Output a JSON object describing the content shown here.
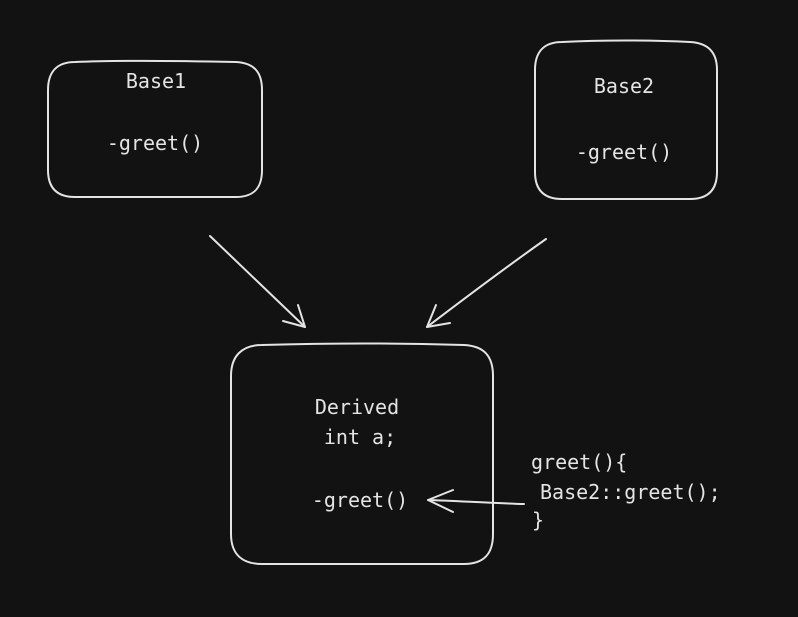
{
  "nodes": {
    "base1": {
      "title": "Base1",
      "method": "-greet()"
    },
    "base2": {
      "title": "Base2",
      "method": "-greet()"
    },
    "derived": {
      "title": "Derived",
      "field": "int a;",
      "method": "-greet()"
    }
  },
  "annotation": {
    "line1": "greet(){",
    "line2": "Base2::greet();",
    "line3": "}"
  },
  "colors": {
    "background": "#121212",
    "stroke": "#e4e4e4"
  }
}
